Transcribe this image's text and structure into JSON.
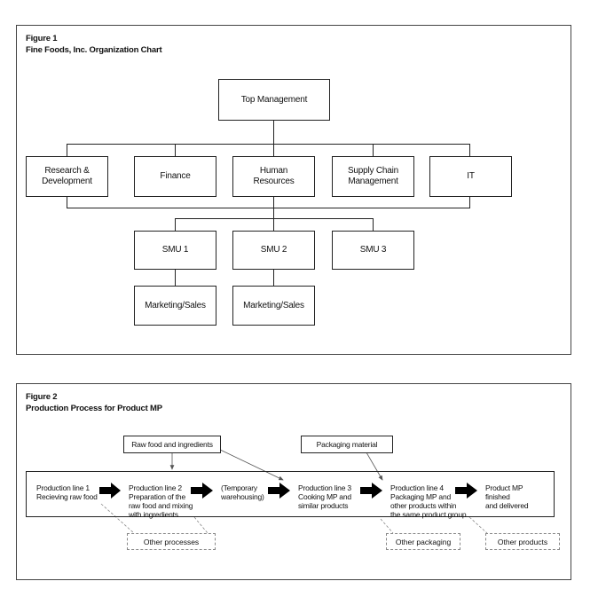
{
  "figure1": {
    "label": "Figure 1",
    "title": "Fine Foods, Inc. Organization Chart",
    "top": "Top Management",
    "departments": [
      "Research &\nDevelopment",
      "Finance",
      "Human\nResources",
      "Supply Chain\nManagement",
      "IT"
    ],
    "smus": [
      "SMU 1",
      "SMU 2",
      "SMU 3"
    ],
    "marketing": [
      "Marketing/Sales",
      "Marketing/Sales"
    ]
  },
  "figure2": {
    "label": "Figure 2",
    "title": "Production Process for Product MP",
    "inputs": [
      "Raw food and ingredients",
      "Packaging material"
    ],
    "steps": [
      "Production line 1\nRecieving raw food",
      "Production line 2\nPreparation of the\nraw food and mixing\nwith ingredients",
      "(Temporary\nwarehousing)",
      "Production line 3\nCooking MP and\nsimilar products",
      "Production line 4\nPackaging MP and\nother products within\nthe same product group",
      "Product MP\nfinished\nand delivered"
    ],
    "outputs": [
      "Other processes",
      "Other packaging",
      "Other products"
    ]
  }
}
